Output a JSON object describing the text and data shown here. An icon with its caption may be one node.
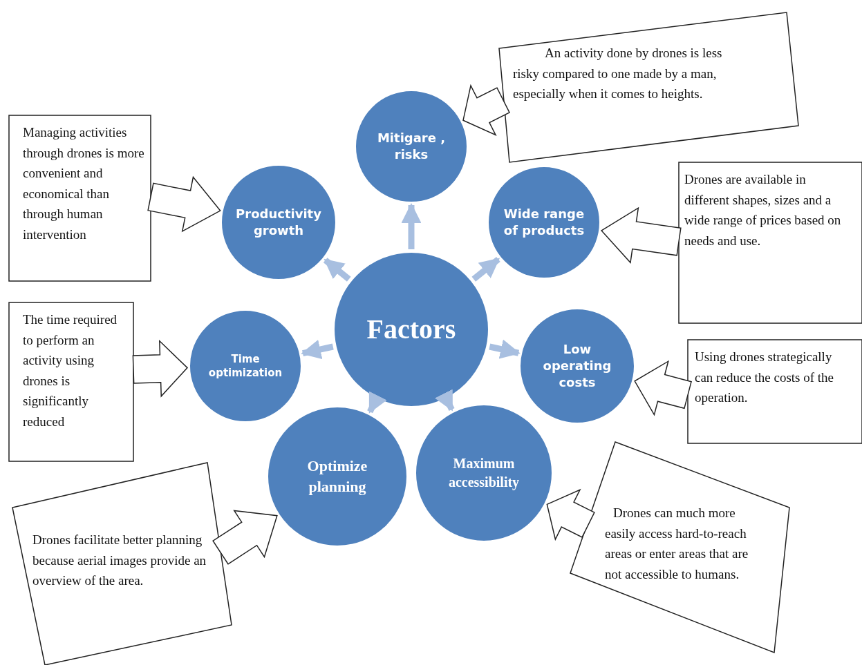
{
  "diagram": {
    "nodes": [
      {
        "text": [
          "Factors"
        ]
      },
      {
        "text": [
          "Mitigare , risks"
        ]
      },
      {
        "text": [
          "Wide range of products"
        ]
      },
      {
        "text": [
          "Low operating costs"
        ]
      },
      {
        "text": [
          "Maximum accessibility"
        ]
      },
      {
        "text": [
          "Optimize planning"
        ]
      },
      {
        "text": [
          "Time optimization"
        ]
      },
      {
        "text": [
          "Productivity growth"
        ]
      },
      {
        "text": [
          "An activity done by drones is less risky compared to one made by a man, especially when it comes to heights."
        ]
      },
      {
        "text": [
          "Drones are available in different shapes, sizes and a wide range of prices based on needs and use."
        ]
      },
      {
        "text": [
          "Using drones strategically can reduce the costs of the operation."
        ]
      },
      {
        "text": [
          "Drones can much more easily access hard-to-reach areas or enter areas that are not accessible to humans."
        ]
      },
      {
        "text": [
          "Drones facilitate better planning because aerial images provide an overview of the area."
        ]
      },
      {
        "text": [
          "The time required to perform an activity using drones is significantly reduced"
        ]
      },
      {
        "text": [
          "Managing activities through drones is more convenient and economical than through human intervention"
        ]
      }
    ],
    "edges": [
      {
        "from": 0,
        "to": 1,
        "arrow": "to"
      },
      {
        "from": 0,
        "to": 2,
        "arrow": "to"
      },
      {
        "from": 0,
        "to": 3,
        "arrow": "to"
      },
      {
        "from": 0,
        "to": 4,
        "arrow": "to"
      },
      {
        "from": 0,
        "to": 5,
        "arrow": "to"
      },
      {
        "from": 0,
        "to": 6,
        "arrow": "to"
      },
      {
        "from": 0,
        "to": 7,
        "arrow": "to"
      },
      {
        "from": 8,
        "to": 1,
        "arrow": "to"
      },
      {
        "from": 9,
        "to": 2,
        "arrow": "to"
      },
      {
        "from": 10,
        "to": 3,
        "arrow": "to"
      },
      {
        "from": 11,
        "to": 4,
        "arrow": "to"
      },
      {
        "from": 12,
        "to": 5,
        "arrow": "to"
      },
      {
        "from": 13,
        "to": 6,
        "arrow": "to"
      },
      {
        "from": 14,
        "to": 7,
        "arrow": "to"
      }
    ]
  }
}
